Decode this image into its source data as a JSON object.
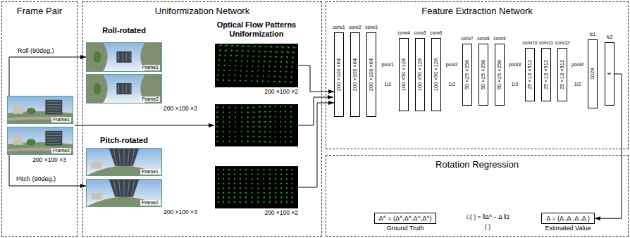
{
  "diagram": {
    "nodes": [
      {
        "text": [
          "Frame Pair"
        ]
      },
      {
        "text": [
          "Frame1"
        ],
        "in": 0
      },
      {
        "text": [
          "Frame2"
        ],
        "in": 0
      },
      {
        "text": [
          "Uniformization Network"
        ]
      },
      {
        "text": [
          "Frame1"
        ],
        "in": 3
      },
      {
        "text": [
          "Frame2"
        ],
        "in": 3
      },
      {
        "text": [
          "200 ×100 ×2"
        ],
        "in": 3
      },
      {
        "text": [
          "Frame1"
        ],
        "in": 3
      },
      {
        "text": [
          "Frame2"
        ],
        "in": 3
      },
      {
        "text": [
          "200 ×100 ×2"
        ],
        "in": 3
      },
      {
        "text": [
          "Feature Extraction Network"
        ]
      },
      {
        "text": [
          "conv1",
          "200 ×100 ×64"
        ],
        "in": 10
      },
      {
        "text": [
          "conv2",
          "200 ×100 ×64"
        ],
        "in": 10
      },
      {
        "text": [
          "conv3",
          "200 ×100 ×64"
        ],
        "in": 10
      },
      {
        "text": [
          "conv4",
          "100 ×50 ×128"
        ],
        "in": 10
      },
      {
        "text": [
          "conv5",
          "100 ×50 ×128"
        ],
        "in": 10
      },
      {
        "text": [
          "conv6",
          "100 ×50 ×128"
        ],
        "in": 10
      },
      {
        "text": [
          "conv7",
          "50 ×25 ×256"
        ],
        "in": 10
      },
      {
        "text": [
          "conv8",
          "50 ×25 ×256"
        ],
        "in": 10
      },
      {
        "text": [
          "conv9",
          "50 ×25 ×256"
        ],
        "in": 10
      },
      {
        "text": [
          "conv10",
          "25 ×13 ×512"
        ],
        "in": 10
      },
      {
        "text": [
          "conv11",
          "25 ×13 ×512"
        ],
        "in": 10
      },
      {
        "text": [
          "conv12",
          "25 ×13 ×512"
        ],
        "in": 10
      },
      {
        "text": [
          "fc1",
          "1024"
        ],
        "in": 10
      },
      {
        "text": [
          "fc2",
          "4"
        ],
        "in": 10
      },
      {
        "text": [
          "Rotation Regression"
        ]
      },
      {
        "text": [
          "Δ^ = (Δ^,Δ^,Δ^,Δ^)",
          "Ground Truth"
        ],
        "in": 25
      },
      {
        "text": [
          "Δ = (Δ ,Δ ,Δ ,Δ )",
          "Estimated Value"
        ],
        "in": 25
      }
    ],
    "edges": [
      {
        "from": 1,
        "to": 4,
        "label": "Roll (90deg.)",
        "arrow": "to"
      },
      {
        "from": 2,
        "to": 8,
        "label": "Pitch (90deg.)",
        "arrow": "to"
      },
      {
        "from": 6,
        "to": 11,
        "arrow": "to"
      },
      {
        "from": 9,
        "to": 11,
        "arrow": "to"
      },
      {
        "from": 24,
        "to": 27,
        "arrow": "to"
      }
    ],
    "labels": [
      "Roll-rotated",
      "Optical Flow Patterns Uniformization",
      "200 ×100 ×3",
      "200 ×100 ×3",
      "Pitch-rotated",
      "200 ×100 ×3",
      "pool1",
      "1/2",
      "pool2",
      "1/2",
      "pool3",
      "1/2",
      "pool4",
      "1/2",
      "ℒ( ) = ‖Δ^ − Δ ‖2",
      "( )"
    ]
  }
}
